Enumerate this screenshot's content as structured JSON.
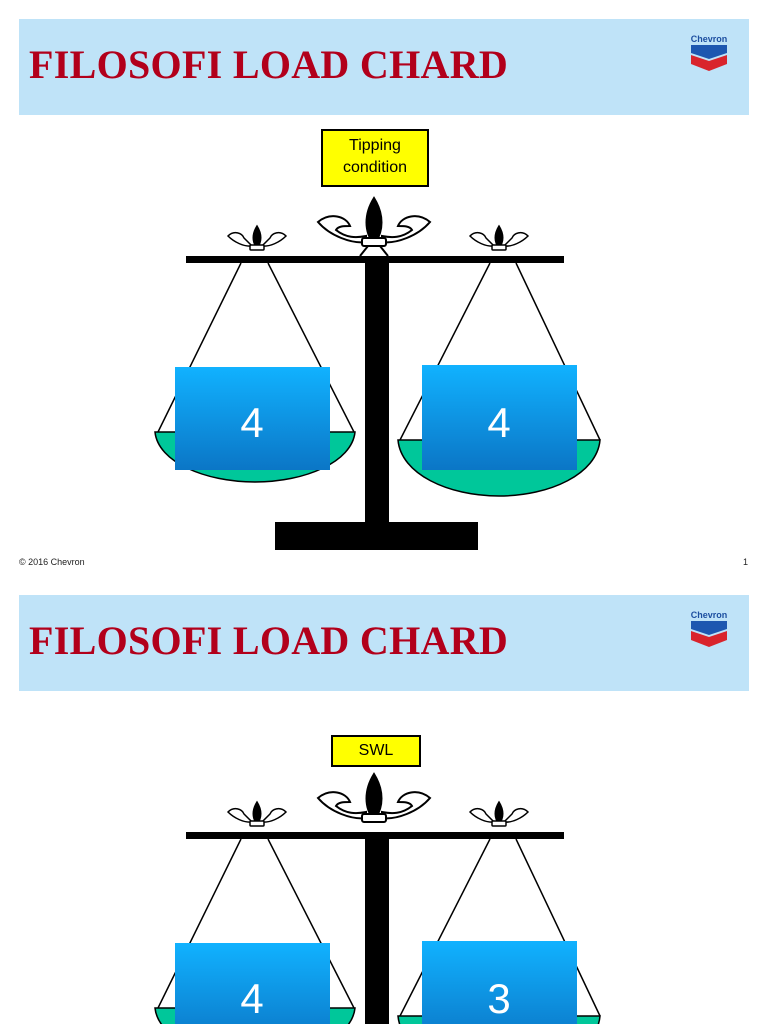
{
  "slides": [
    {
      "title": "FILOSOFI LOAD CHARD",
      "logo_text": "Chevron",
      "label": "Tipping condition",
      "left_value": "4",
      "right_value": "4",
      "footer_copyright": "© 2016 Chevron",
      "page_number": "1"
    },
    {
      "title": "FILOSOFI LOAD CHARD",
      "logo_text": "Chevron",
      "label": "SWL",
      "left_value": "4",
      "right_value": "3"
    }
  ],
  "colors": {
    "header_bg": "#bfe3f8",
    "title": "#b2001b",
    "label_bg": "#ffff00",
    "box_blue": "#1aa0e8",
    "pan_green": "#00c79a"
  }
}
